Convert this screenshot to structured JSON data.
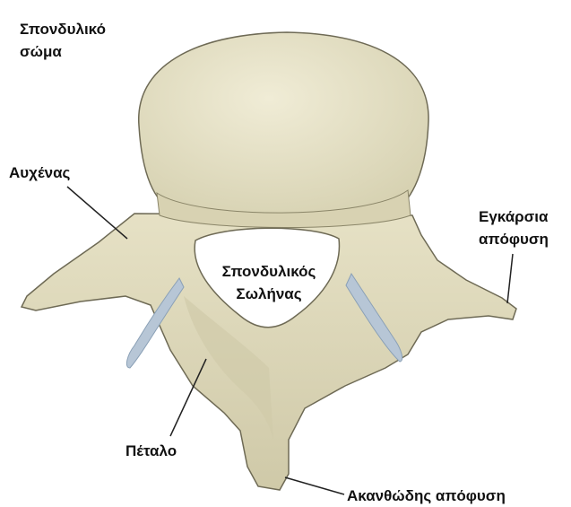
{
  "labels": {
    "body": {
      "line1": "Σπονδυλικό",
      "line2": "σώμα"
    },
    "pedicle": {
      "line1": "Αυχένας"
    },
    "transverse": {
      "line1": "Εγκάρσια",
      "line2": "απόφυση"
    },
    "canal": {
      "line1": "Σπονδυλικός",
      "line2": "Σωλήνας"
    },
    "lamina": {
      "line1": "Πέταλο"
    },
    "spinous": {
      "line1": "Ακανθώδης απόφυση"
    }
  },
  "colors": {
    "bone": "#e4dfc2",
    "bone_shadow": "#c9c3a2",
    "outline": "#6e6a55",
    "cartilage": "#b7c6d6",
    "leader": "#222222"
  }
}
